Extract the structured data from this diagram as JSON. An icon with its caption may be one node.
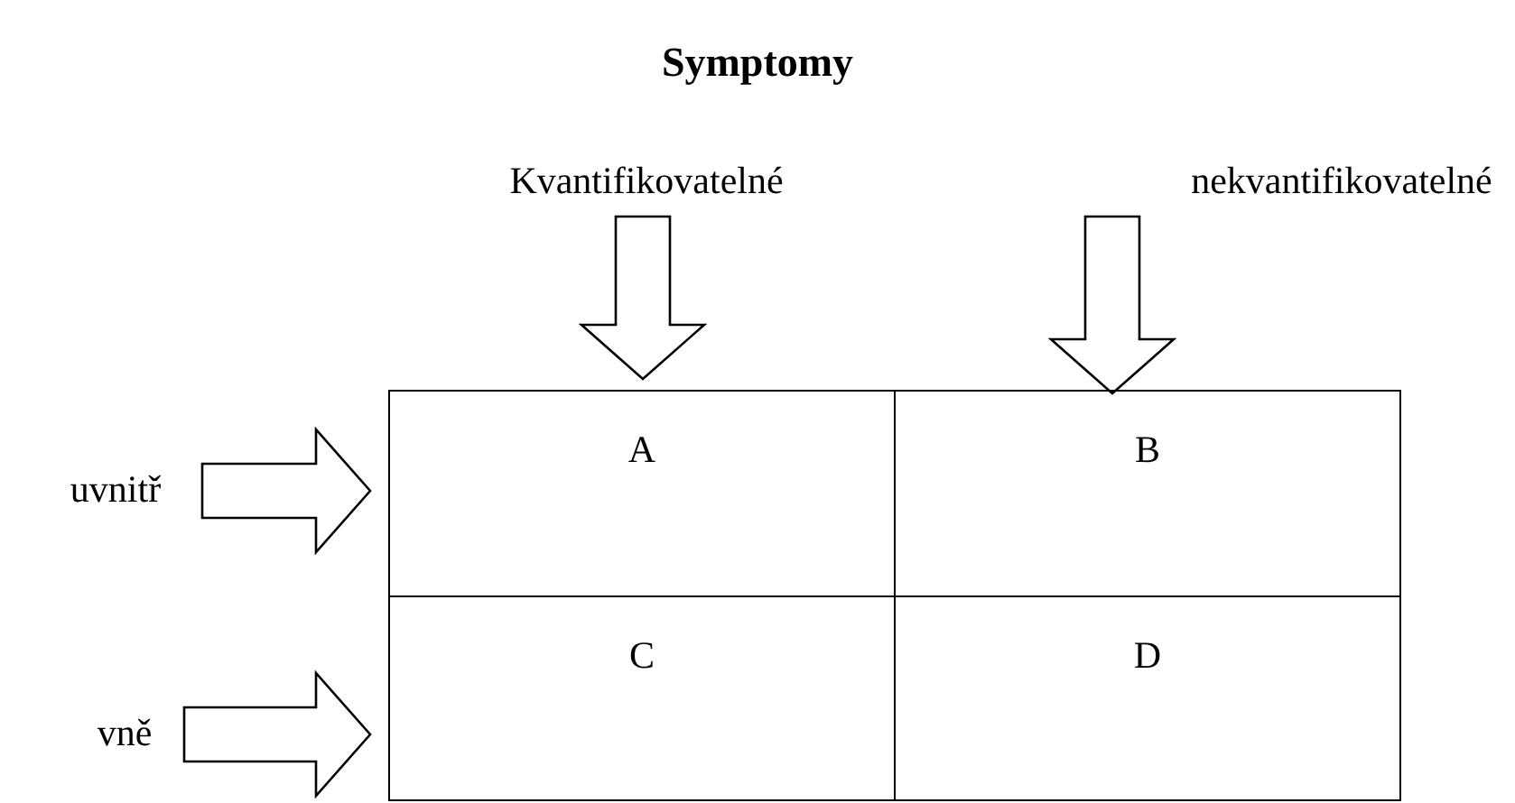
{
  "diagram": {
    "title": "Symptomy",
    "nodes": [
      {
        "text": [
          "Kvantifikovatelné"
        ]
      },
      {
        "text": [
          "nekvantifikovatelné"
        ]
      },
      {
        "text": [
          "uvnitř"
        ]
      },
      {
        "text": [
          "vně"
        ]
      },
      {
        "text": [
          "A"
        ]
      },
      {
        "text": [
          "B"
        ]
      },
      {
        "text": [
          "C"
        ]
      },
      {
        "text": [
          "D"
        ]
      }
    ],
    "edges": [
      {
        "from": 0,
        "to": 4,
        "arrow": "to"
      },
      {
        "from": 1,
        "to": 5,
        "arrow": "to"
      },
      {
        "from": 2,
        "to": 4,
        "arrow": "to"
      },
      {
        "from": 3,
        "to": 6,
        "arrow": "to"
      }
    ]
  }
}
